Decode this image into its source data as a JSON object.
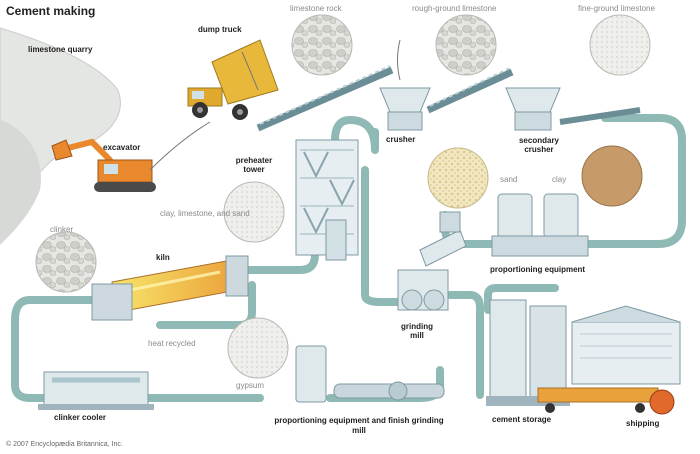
{
  "title": "Cement making",
  "copyright": "© 2007 Encyclopædia Britannica, Inc.",
  "labels": {
    "limestone_quarry": "limestone quarry",
    "dump_truck": "dump truck",
    "excavator": "excavator",
    "limestone_rock": "limestone rock",
    "rough_ground_limestone": "rough-ground limestone",
    "fine_ground_limestone": "fine-ground limestone",
    "crusher": "crusher",
    "secondary_crusher": "secondary crusher",
    "preheater_tower": "preheater tower",
    "clay_limestone_sand": "clay, limestone, and sand",
    "clinker": "clinker",
    "kiln": "kiln",
    "sand": "sand",
    "clay": "clay",
    "proportioning_equipment": "proportioning equipment",
    "grinding_mill": "grinding mill",
    "heat_recycled": "heat recycled",
    "gypsum": "gypsum",
    "clinker_cooler": "clinker cooler",
    "proportioning_finish": "proportioning equipment and finish grinding mill",
    "cement_storage": "cement storage",
    "shipping": "shipping"
  },
  "colors": {
    "pipe": "#8fb9b4",
    "pipe_edge": "#5e8f8a",
    "equipment": "#dfe9ec",
    "equipment_edge": "#7f99a3",
    "machine_orange": "#e9882c",
    "truck_yellow": "#e8b83a",
    "kiln_fire": "#f2d04a",
    "rock_gray": "#d4d4d0",
    "sand": "#efe3b8",
    "clay": "#c79a6a"
  }
}
